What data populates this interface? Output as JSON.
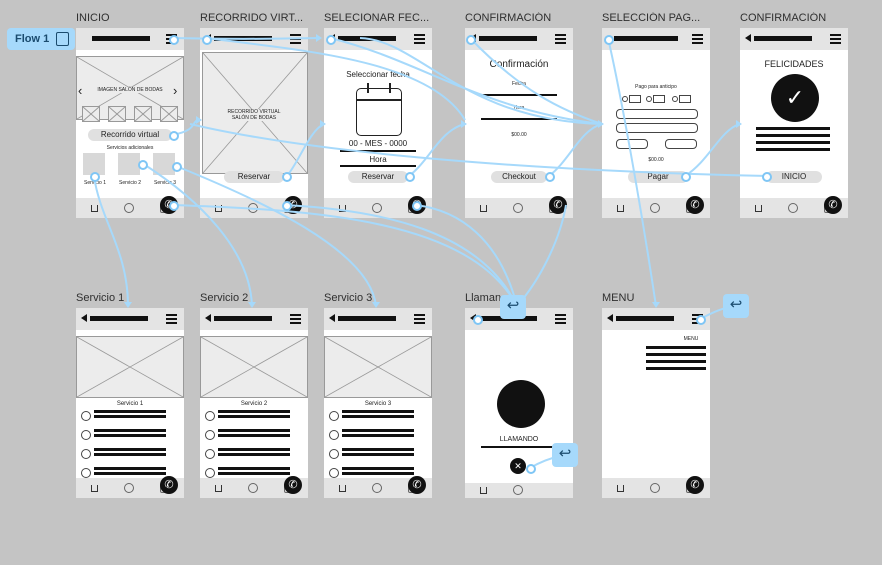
{
  "flow": {
    "label": "Flow 1"
  },
  "frames": {
    "inicio": {
      "title": "INICIO",
      "hero_label": "IMAGEN SALÓN DE BODAS",
      "tour_button": "Recorrido virtual",
      "additional_label": "Servicios adicionales",
      "services": [
        "Servicio 1",
        "Servicio 2",
        "Servicio 3"
      ]
    },
    "recorrido": {
      "title": "RECORRIDO VIRT...",
      "image_label_1": "RECORRIDO VIRTUAL",
      "image_label_2": "SALÓN DE BODAS",
      "reserve_button": "Reservar"
    },
    "seleccionar": {
      "title": "SELECIONAR FEC...",
      "heading": "Seleccionar fecha",
      "date_value": "00 - MES - 0000",
      "hour_label": "Hora",
      "reserve_button": "Reservar"
    },
    "confirmacion1": {
      "title": "CONFIRMACIÓN",
      "heading": "Confirmación",
      "date_label": "Fecha",
      "hour_label": "Hora",
      "amount": "$00.00",
      "checkout_button": "Checkout"
    },
    "pago": {
      "title": "SELECCIÓN PAG...",
      "heading": "Pago para anticipo",
      "amount": "$00.00",
      "pay_button": "Pagar"
    },
    "confirmacion2": {
      "title": "CONFIRMACIÓN",
      "heading": "FELICIDADES",
      "home_button": "INICIO"
    },
    "servicio1": {
      "title": "Servicio 1",
      "heading": "Servicio 1"
    },
    "servicio2": {
      "title": "Servicio 2",
      "heading": "Servicio 2"
    },
    "servicio3": {
      "title": "Servicio 3",
      "heading": "Servicio 3"
    },
    "llamando": {
      "title": "Llaman...",
      "status": "LLAMANDO"
    },
    "menu": {
      "title": "MENU",
      "menu_label": "MENU"
    }
  },
  "colors": {
    "flow": "#a6d9fb",
    "canvas": "#c4c4c4",
    "node": "#7fc6f5"
  }
}
